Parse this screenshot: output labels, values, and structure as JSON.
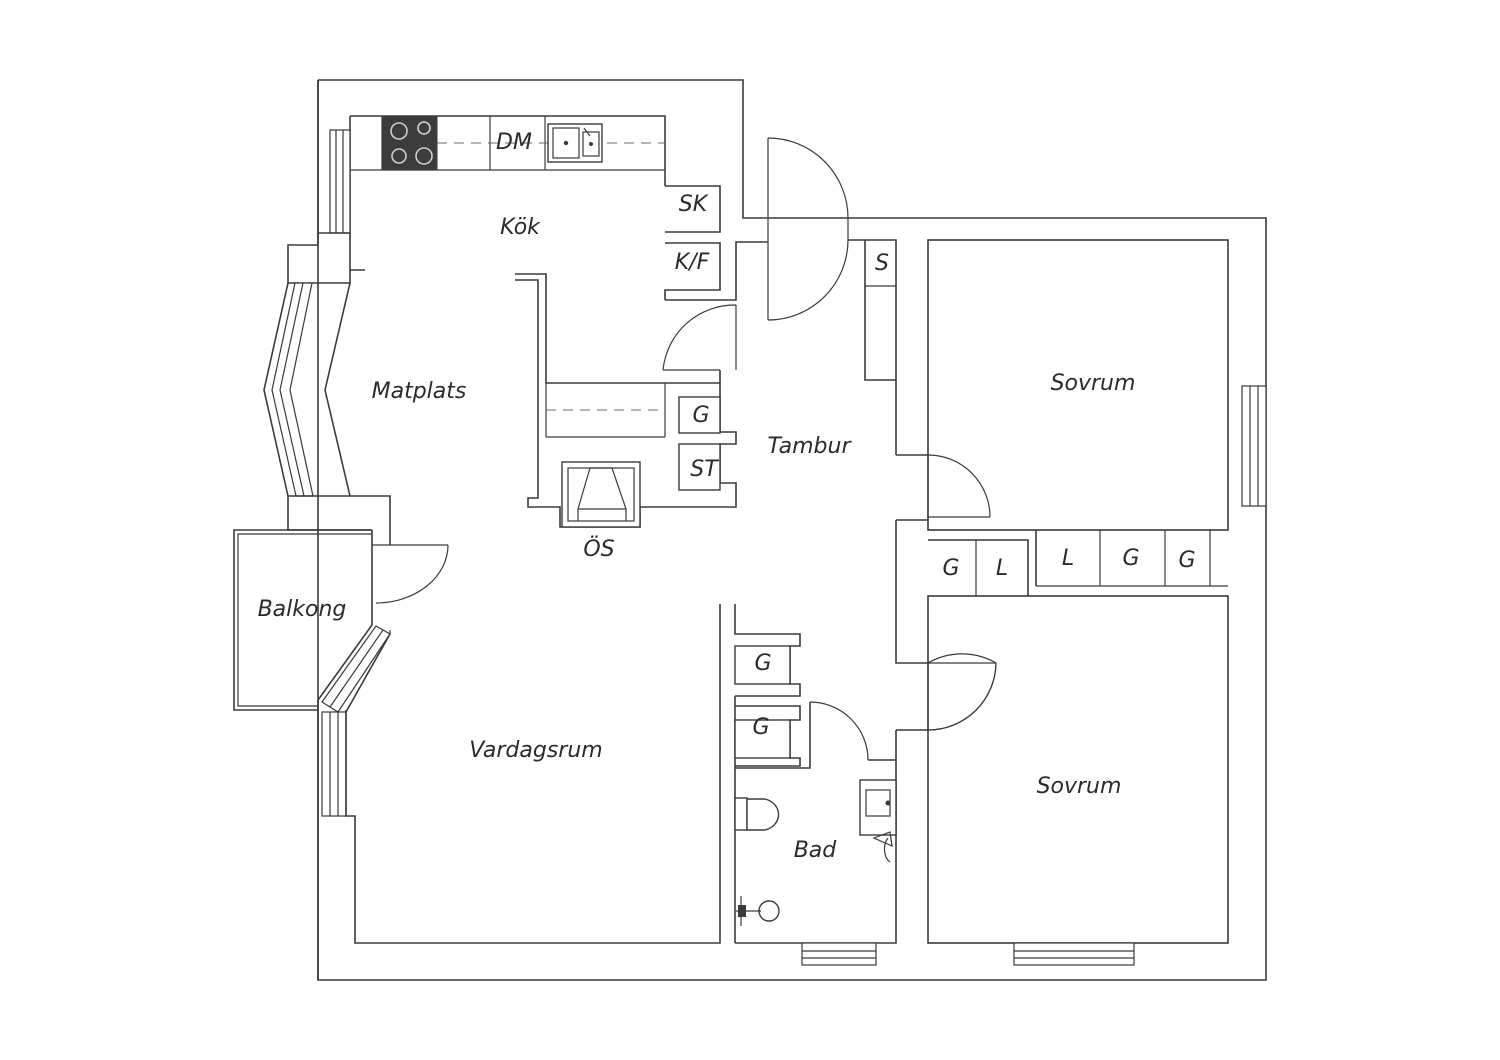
{
  "rooms": {
    "kok": "Kök",
    "matplats": "Matplats",
    "tambur": "Tambur",
    "sovrum_top": "Sovrum",
    "sovrum_bottom": "Sovrum",
    "balkong": "Balkong",
    "vardagsrum": "Vardagsrum",
    "bad": "Bad"
  },
  "fixtures": {
    "dm": "DM",
    "sk": "SK",
    "kf": "K/F",
    "s": "S",
    "g_kitchen": "G",
    "st": "ST",
    "os": "ÖS",
    "g_row1": "G",
    "l_row1": "L",
    "l_row2": "L",
    "g_row2": "G",
    "g_row3": "G",
    "g_hall1": "G",
    "g_hall2": "G"
  },
  "colors": {
    "line": "#3a3a3a",
    "stove": "#3c3c3c",
    "background": "#ffffff"
  }
}
